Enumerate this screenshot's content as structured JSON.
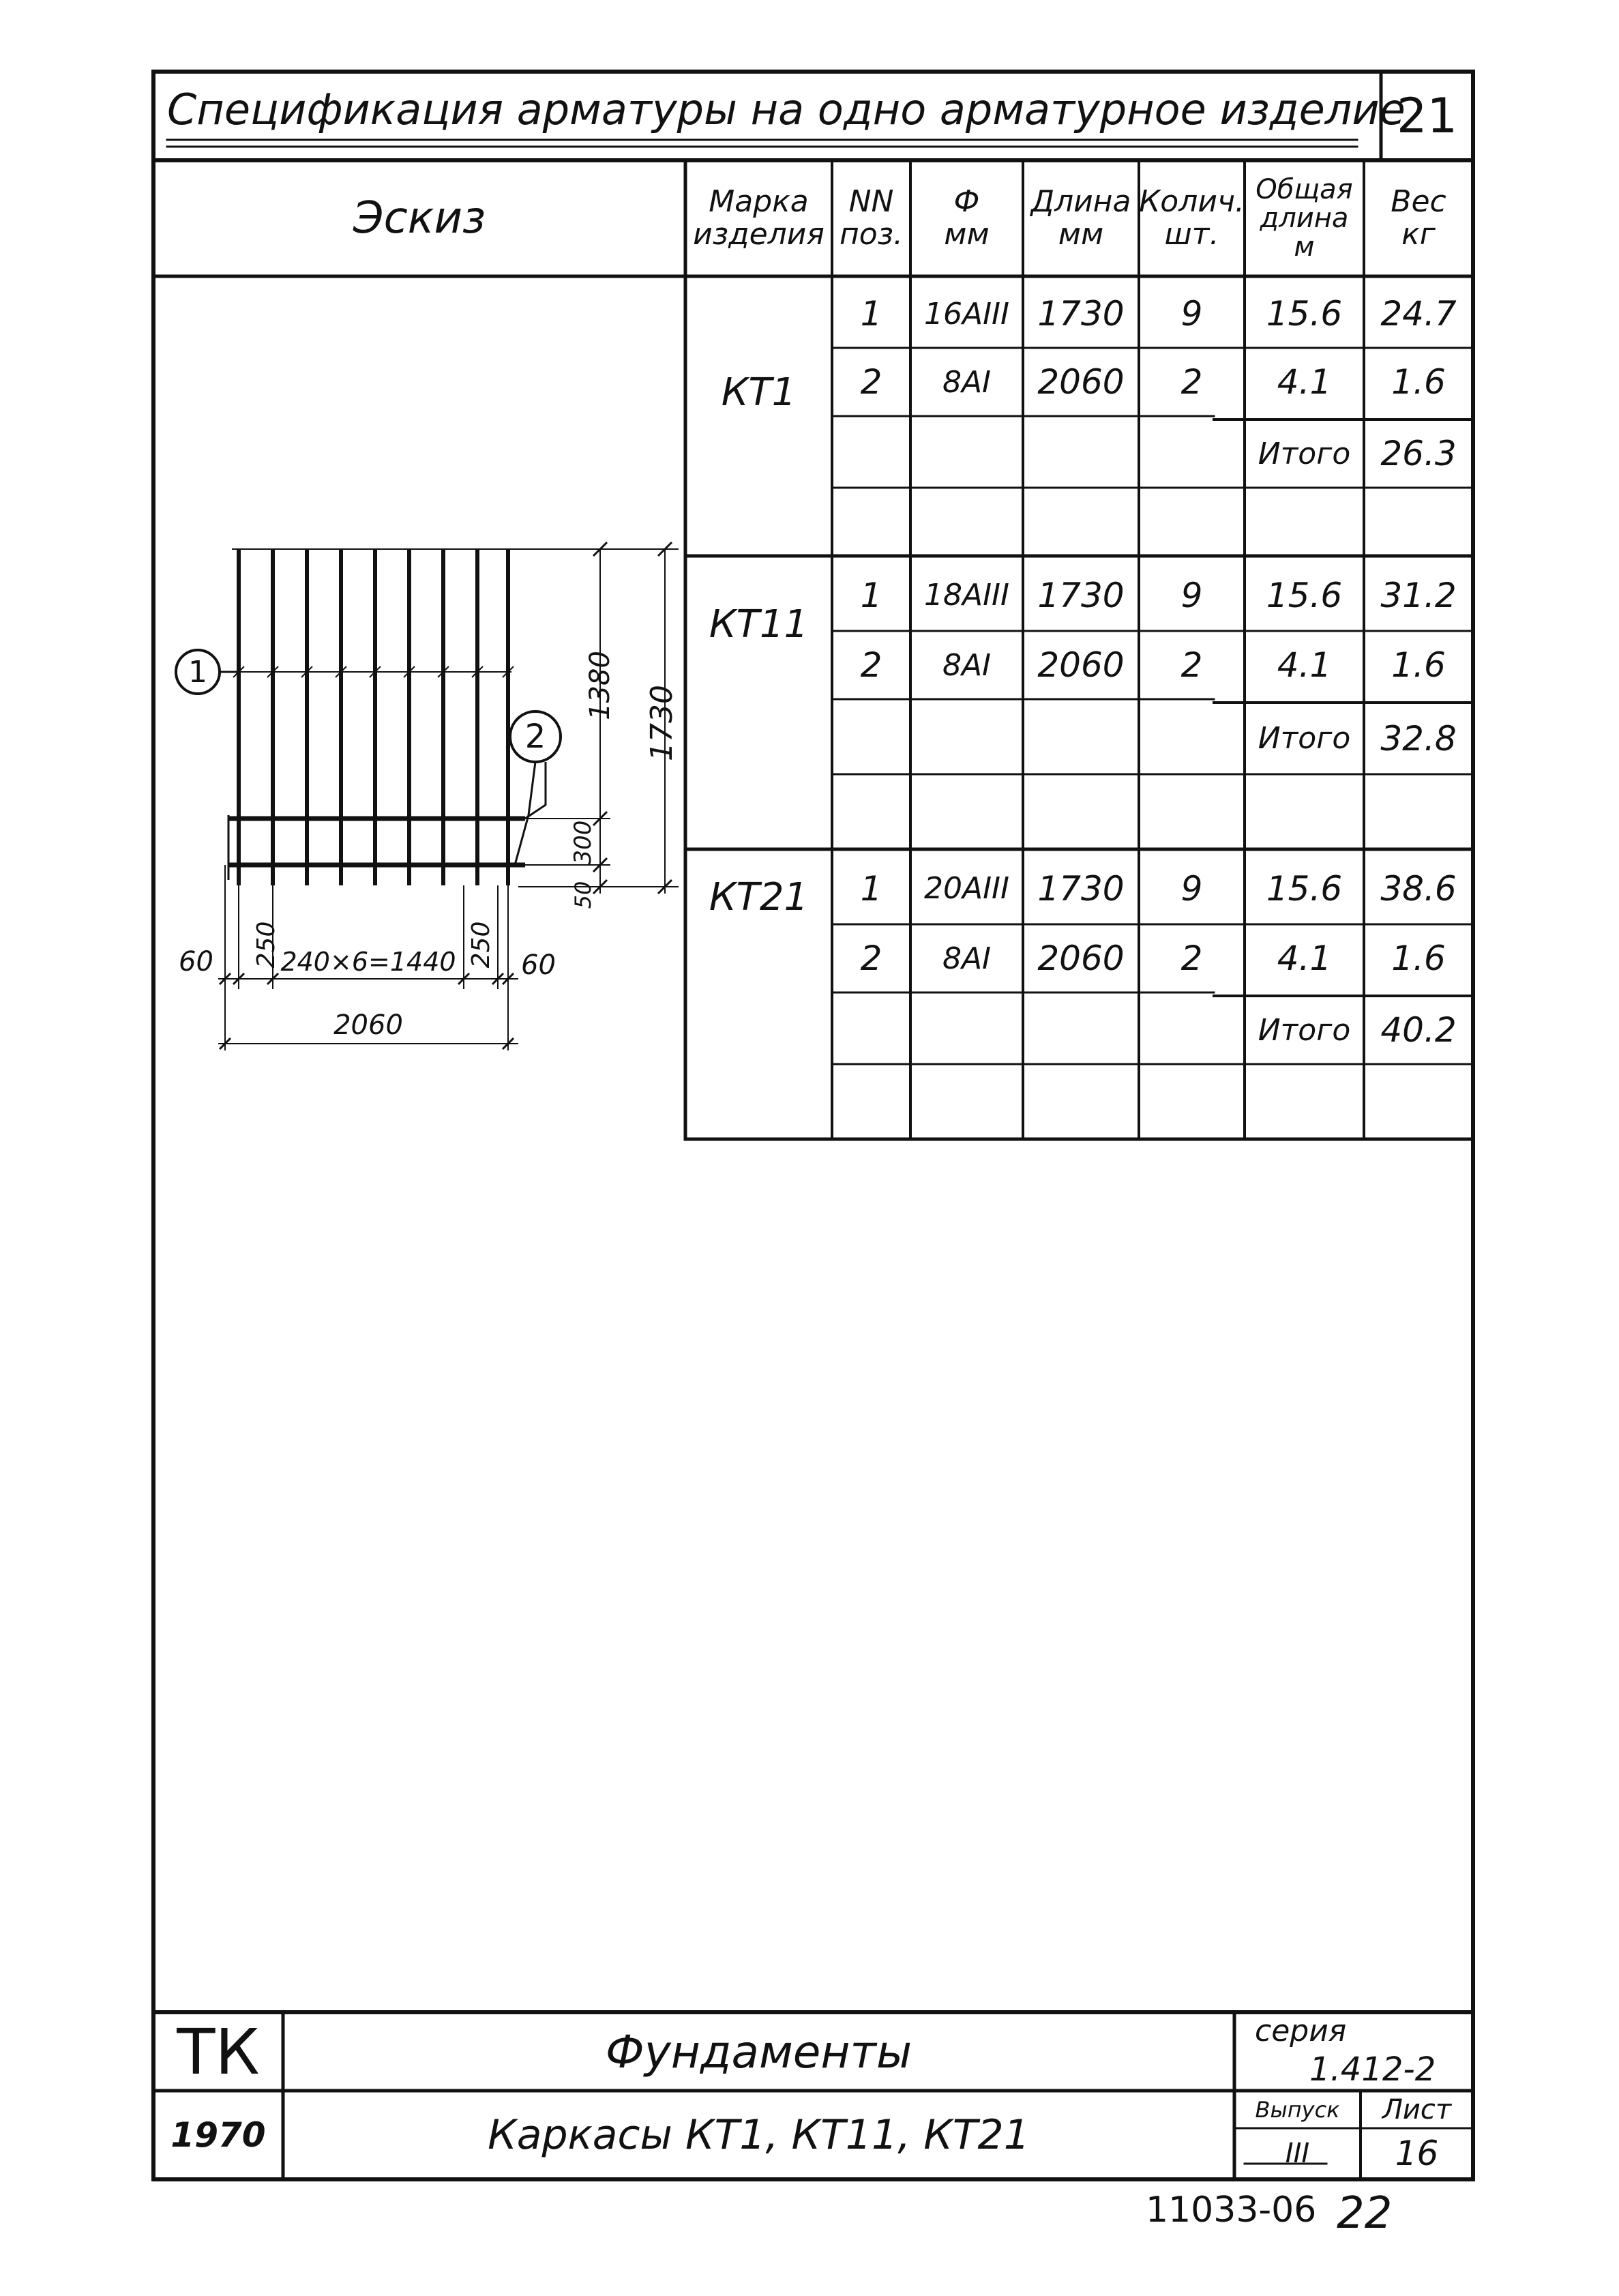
{
  "header": {
    "title": "Спецификация арматуры на одно арматурное изделие",
    "number": "21"
  },
  "table": {
    "sketch_label": "Эскиз",
    "columns": [
      {
        "line1": "Марка",
        "line2": "изделия"
      },
      {
        "line1": "NN",
        "line2": "поз."
      },
      {
        "line1": "Ф",
        "line2": "мм"
      },
      {
        "line1": "Длина",
        "line2": "мм"
      },
      {
        "line1": "Колич.",
        "line2": "шт."
      },
      {
        "line1": "Общая",
        "line2": "длина",
        "line3": "м"
      },
      {
        "line1": "Вес",
        "line2": "кг"
      }
    ],
    "groups": [
      {
        "mark": "КТ1",
        "rows": [
          {
            "pos": "1",
            "diam": "16АIII",
            "length": "1730",
            "qty": "9",
            "total_len": "15.6",
            "weight": "24.7"
          },
          {
            "pos": "2",
            "diam": "8АI",
            "length": "2060",
            "qty": "2",
            "total_len": "4.1",
            "weight": "1.6"
          }
        ],
        "total_label": "Итого",
        "total_weight": "26.3"
      },
      {
        "mark": "КТ11",
        "rows": [
          {
            "pos": "1",
            "diam": "18АIII",
            "length": "1730",
            "qty": "9",
            "total_len": "15.6",
            "weight": "31.2"
          },
          {
            "pos": "2",
            "diam": "8АI",
            "length": "2060",
            "qty": "2",
            "total_len": "4.1",
            "weight": "1.6"
          }
        ],
        "total_label": "Итого",
        "total_weight": "32.8"
      },
      {
        "mark": "КТ21",
        "rows": [
          {
            "pos": "1",
            "diam": "20АIII",
            "length": "1730",
            "qty": "9",
            "total_len": "15.6",
            "weight": "38.6"
          },
          {
            "pos": "2",
            "diam": "8АI",
            "length": "2060",
            "qty": "2",
            "total_len": "4.1",
            "weight": "1.6"
          }
        ],
        "total_label": "Итого",
        "total_weight": "40.2"
      }
    ]
  },
  "sketch": {
    "callout_1": "1",
    "callout_2": "2",
    "dim_1380": "1380",
    "dim_1730": "1730",
    "dim_300": "300",
    "dim_50": "50",
    "dim_60_left": "60",
    "dim_250_left": "250",
    "dim_middle": "240×6=1440",
    "dim_250_right": "250",
    "dim_60_right": "60",
    "dim_2060": "2060"
  },
  "title_block": {
    "org": "ТК",
    "year": "1970",
    "name": "Фундаменты",
    "subtitle": "Каркасы КТ1, КТ11, КТ21",
    "series_label": "серия",
    "series_value": "1.412-2",
    "issue_label": "Выпуск",
    "issue_value": "III",
    "sheet_label": "Лист",
    "sheet_value": "16"
  },
  "footer": {
    "code": "11033-06",
    "page": "22"
  }
}
